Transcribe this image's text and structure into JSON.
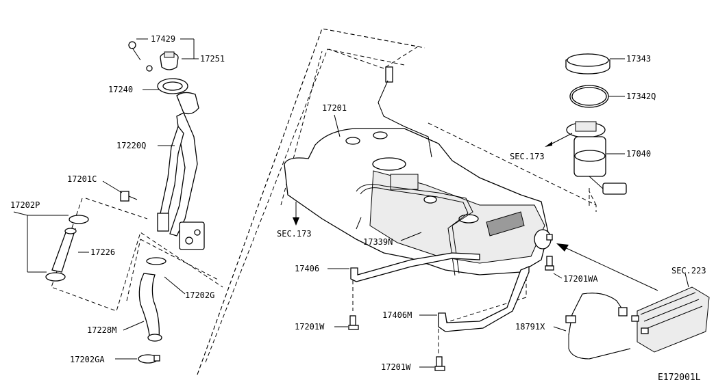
{
  "labels": {
    "p17429": "17429",
    "p17251": "17251",
    "p17240": "17240",
    "p17220Q": "17220Q",
    "p17201C": "17201C",
    "p17202P": "17202P",
    "p17226": "17226",
    "p17202G": "17202G",
    "p17228M": "17228M",
    "p17202GA": "17202GA",
    "p17201": "17201",
    "p17343": "17343",
    "p17342Q": "17342Q",
    "p17040": "17040",
    "sec173_right": "SEC.173",
    "sec173_left": "SEC.173",
    "p17339N": "17339N",
    "sec223": "SEC.223",
    "p17406": "17406",
    "p17201WA": "17201WA",
    "p17201W_a": "17201W",
    "p17406M": "17406M",
    "p18791X": "18791X",
    "p17201W_b": "17201W",
    "diagram_id": "E172001L"
  }
}
